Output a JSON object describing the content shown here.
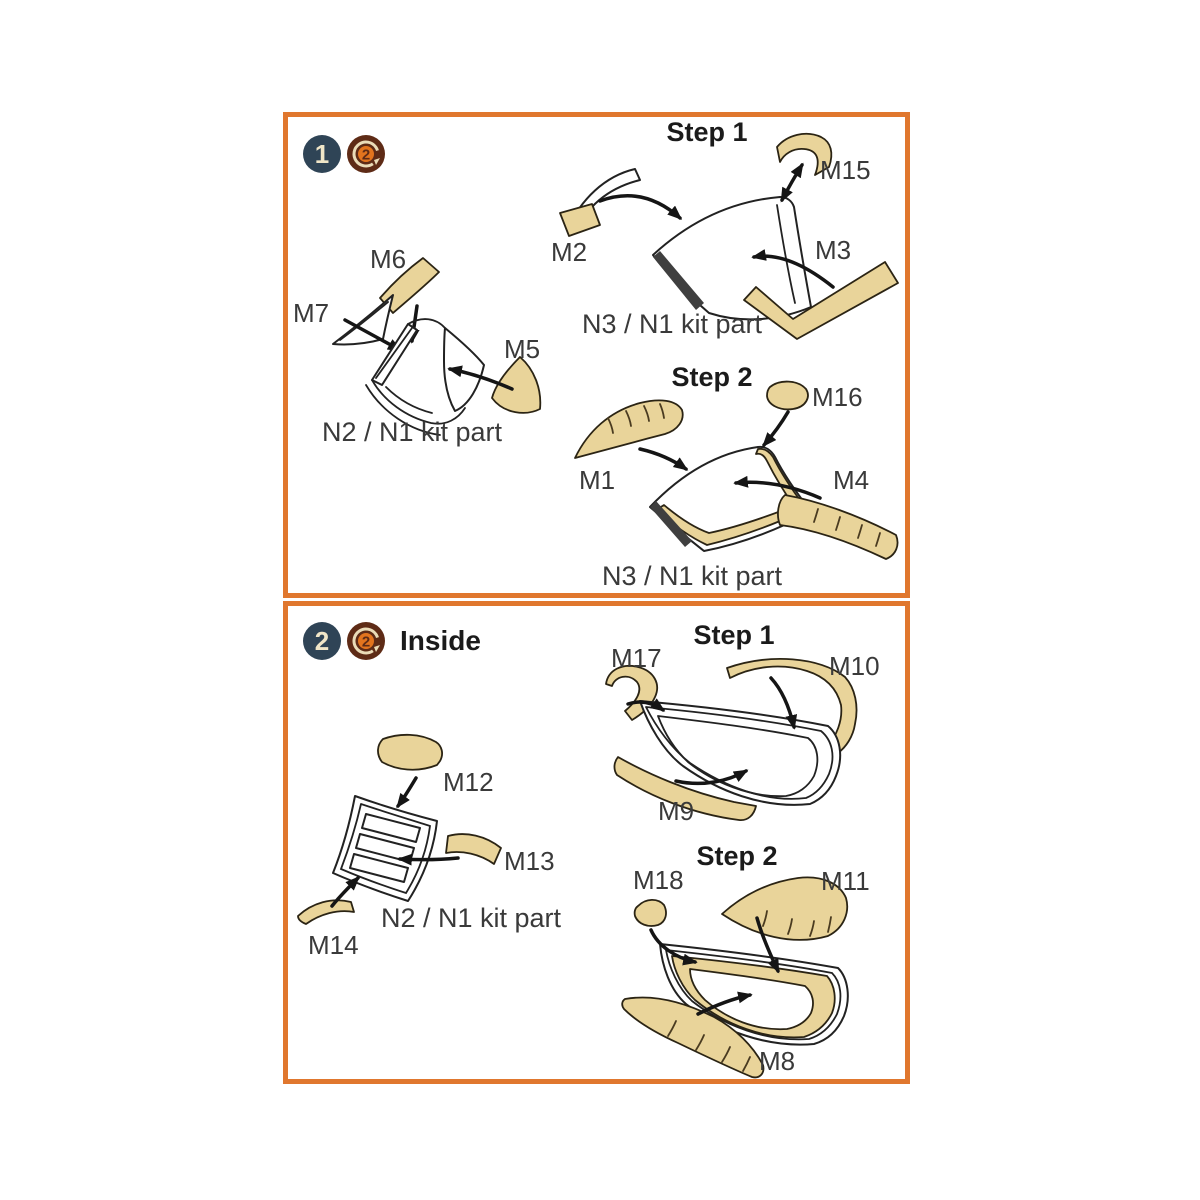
{
  "colors": {
    "panel_border": "#E0772E",
    "mask_fill": "#E9D49A",
    "badge_bg": "#2F4456",
    "badge_text": "#F0E6C8",
    "logo_brown": "#5E2B16",
    "logo_orange": "#E2741E",
    "logo_cream": "#EADCB8",
    "line_art": "#222222",
    "label_text": "#3a3a3a"
  },
  "logo": {
    "digit": "2"
  },
  "panel1": {
    "badge": "1",
    "step1": {
      "title": "Step 1",
      "m2": "M2",
      "m15": "M15",
      "m3": "M3",
      "caption": "N3 / N1 kit part"
    },
    "left": {
      "m6": "M6",
      "m7": "M7",
      "m5": "M5",
      "caption": "N2 / N1 kit part"
    },
    "step2": {
      "title": "Step 2",
      "m16": "M16",
      "m1": "M1",
      "m4": "M4",
      "caption": "N3 / N1 kit part"
    }
  },
  "panel2": {
    "badge": "2",
    "heading": "Inside",
    "step1": {
      "title": "Step 1",
      "m17": "M17",
      "m10": "M10",
      "m9": "M9"
    },
    "left": {
      "m12": "M12",
      "m13": "M13",
      "m14": "M14",
      "caption": "N2 / N1 kit part"
    },
    "step2": {
      "title": "Step 2",
      "m18": "M18",
      "m11": "M11",
      "m8": "M8"
    }
  }
}
